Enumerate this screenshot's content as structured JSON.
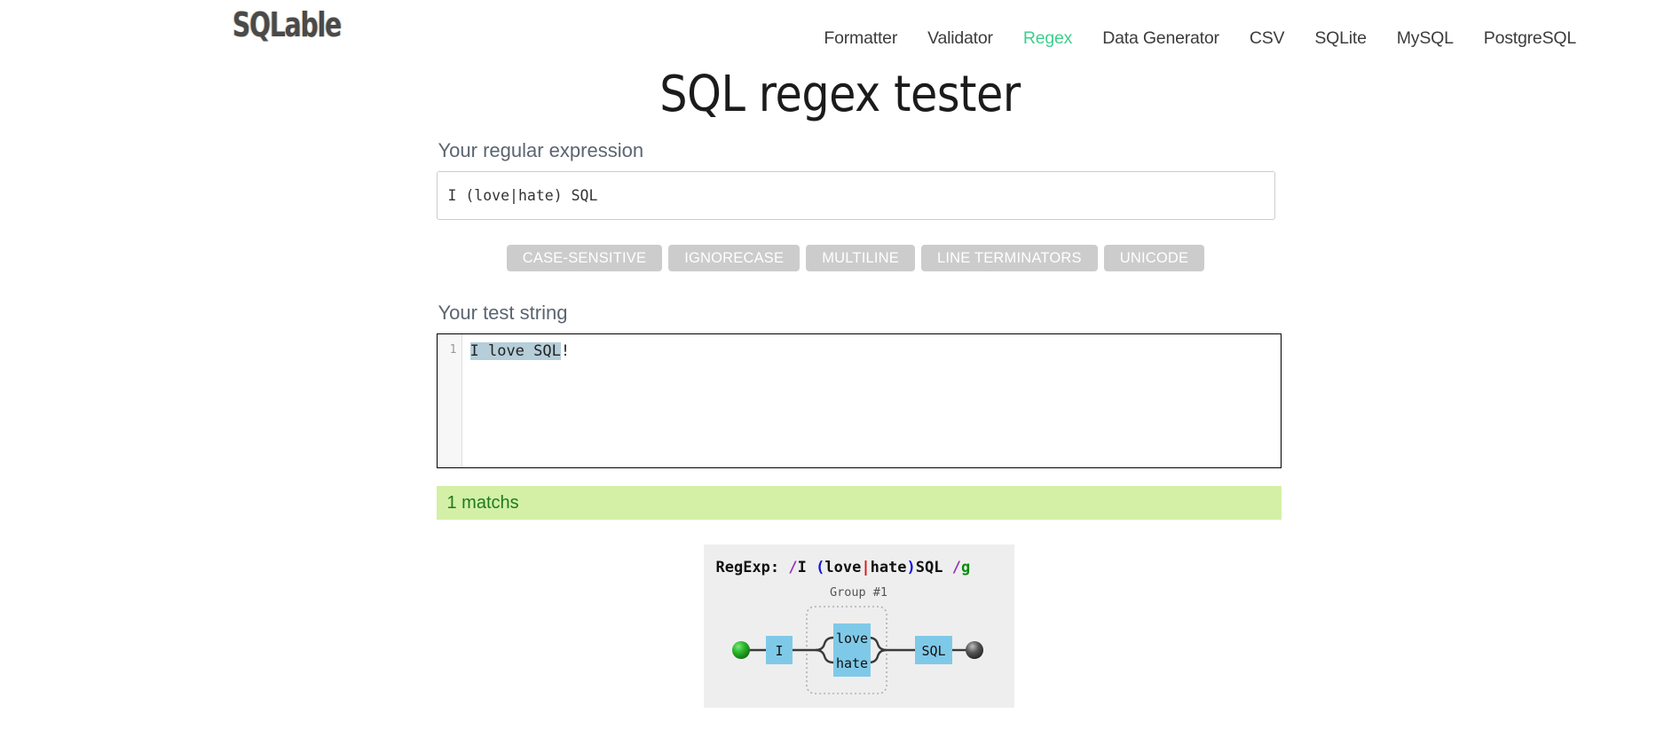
{
  "brand": {
    "logo": "SQLable"
  },
  "nav": {
    "items": [
      {
        "label": "Formatter",
        "active": false
      },
      {
        "label": "Validator",
        "active": false
      },
      {
        "label": "Regex",
        "active": true
      },
      {
        "label": "Data Generator",
        "active": false
      },
      {
        "label": "CSV",
        "active": false
      },
      {
        "label": "SQLite",
        "active": false
      },
      {
        "label": "MySQL",
        "active": false
      },
      {
        "label": "PostgreSQL",
        "active": false
      }
    ],
    "active_color": "#3ecf8e"
  },
  "page": {
    "title": "SQL regex tester"
  },
  "regex_section": {
    "label": "Your regular expression",
    "value": "I (love|hate) SQL",
    "placeholder": ""
  },
  "flags": {
    "buttons": [
      {
        "label": "CASE-SENSITIVE",
        "enabled": false
      },
      {
        "label": "IGNORECASE",
        "enabled": false
      },
      {
        "label": "MULTILINE",
        "enabled": false
      },
      {
        "label": "LINE TERMINATORS",
        "enabled": false
      },
      {
        "label": "UNICODE",
        "enabled": false
      }
    ],
    "button_bg": "#cccccc",
    "button_fg": "#ffffff"
  },
  "test_section": {
    "label": "Your test string",
    "line_number": "1",
    "text_matched": "I love SQL",
    "text_rest": "!",
    "highlight_color": "#b5ced9"
  },
  "result": {
    "text": "1 matchs",
    "bg": "#d3f0a6",
    "fg": "#1f7a1f"
  },
  "diagram": {
    "regexp_prefix": "RegExp: ",
    "open_slash": "/",
    "literal_before": "I ",
    "open_paren": "(",
    "alt_a": "love",
    "pipe": "|",
    "alt_b": "hate",
    "close_paren": ")",
    "literal_after": "SQL ",
    "close_slash": "/",
    "flag": "g",
    "group_label": "Group #1",
    "nodes": {
      "start": "start-node",
      "first": "I",
      "branch_top": "love",
      "branch_bottom": "hate",
      "last": "SQL",
      "end": "end-node"
    },
    "node_color": "#7fc9e8",
    "start_color": "#22a022",
    "end_color": "#3a3a3a",
    "panel_bg": "#eeeeee"
  }
}
